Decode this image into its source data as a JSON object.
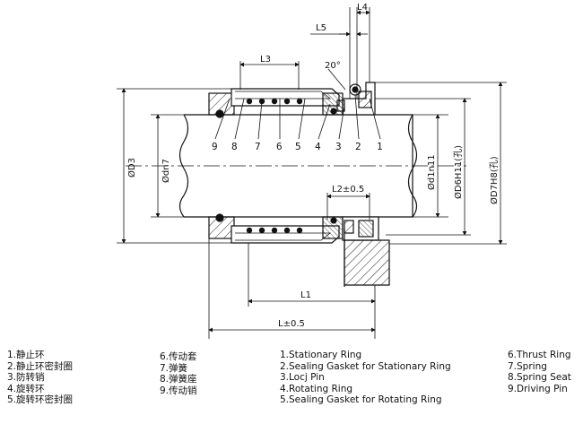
{
  "drawing": {
    "dimensions": {
      "L4": "L4",
      "L5": "L5",
      "L3": "L3",
      "angle": "20°",
      "L2": "L2±0.5",
      "L1": "L1",
      "L": "L±0.5",
      "D3": "ØD3",
      "dn7": "Ødn7",
      "d1n11": "Ød1n11",
      "D6H11": "ØD6H11(孔)",
      "D7H8": "ØD7H8(孔)"
    },
    "part_numbers": [
      "9",
      "8",
      "7",
      "6",
      "5",
      "4",
      "3",
      "2",
      "1"
    ]
  },
  "legend": {
    "chinese_left": [
      "1.静止环",
      "2.静止环密封圈",
      "3.防转销",
      "4.旋转环",
      "5.旋转环密封圈"
    ],
    "chinese_right": [
      "6.传动套",
      "7.弹簧",
      "8.弹簧座",
      "9.传动销"
    ],
    "english_left": [
      "1.Stationary Ring",
      "2.Sealing Gasket for Stationary Ring",
      "3.Locj Pin",
      "4.Rotating Ring",
      "5.Sealing Gasket for Rotating Ring"
    ],
    "english_right": [
      "6.Thrust Ring",
      "7.Spring",
      "8.Spring Seat",
      "9.Driving Pin"
    ]
  }
}
